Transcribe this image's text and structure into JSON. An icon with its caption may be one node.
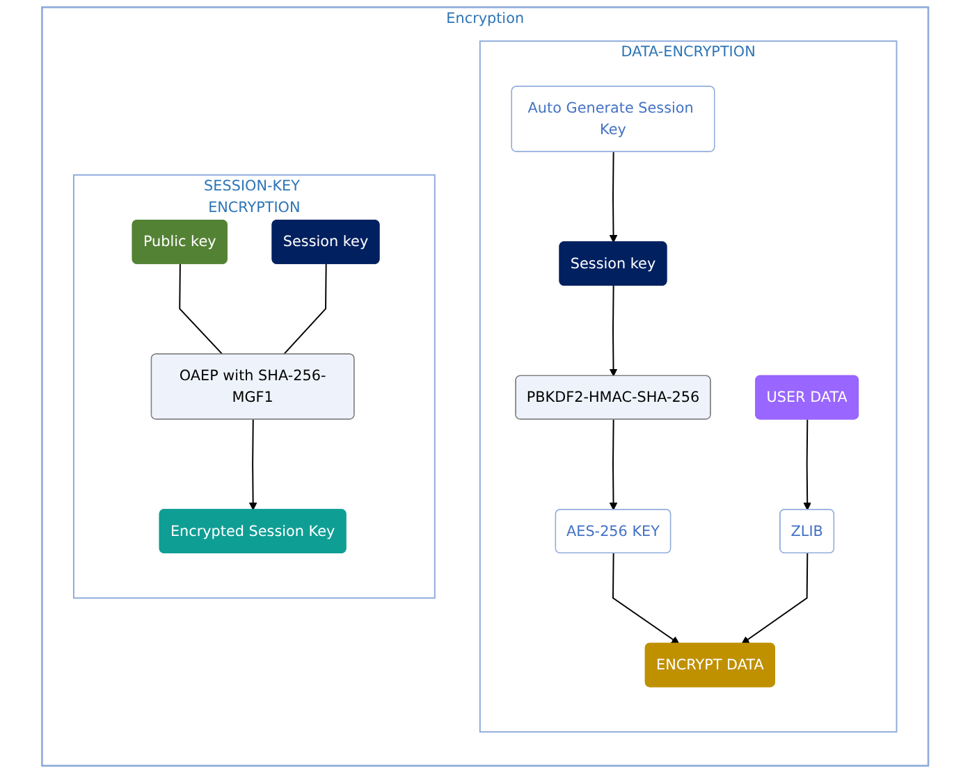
{
  "diagram": {
    "nodes": [
      {
        "text": [
          "Encryption"
        ]
      },
      {
        "text": [
          "DATA-ENCRYPTION"
        ],
        "in": 0
      },
      {
        "text": [
          "Auto Generate Session Key"
        ],
        "in": 1
      },
      {
        "text": [
          "Session key"
        ],
        "in": 1
      },
      {
        "text": [
          "PBKDF2-HMAC-SHA-256"
        ],
        "in": 1
      },
      {
        "text": [
          "AES-256 KEY"
        ],
        "in": 1
      },
      {
        "text": [
          "USER DATA"
        ],
        "in": 1
      },
      {
        "text": [
          "ZLIB"
        ],
        "in": 1
      },
      {
        "text": [
          "ENCRYPT DATA"
        ],
        "in": 1
      },
      {
        "text": [
          "SESSION-KEY ENCRYPTION"
        ],
        "in": 0
      },
      {
        "text": [
          "Public key"
        ],
        "in": 9
      },
      {
        "text": [
          "Session key"
        ],
        "in": 9
      },
      {
        "text": [
          "OAEP with SHA-256-MGF1"
        ],
        "in": 9
      },
      {
        "text": [
          "Encrypted Session Key"
        ],
        "in": 9
      }
    ],
    "edges": [
      {
        "from": 2,
        "to": 3,
        "arrow": "to"
      },
      {
        "from": 3,
        "to": 4,
        "arrow": "to"
      },
      {
        "from": 4,
        "to": 5,
        "arrow": "to"
      },
      {
        "from": 6,
        "to": 7,
        "arrow": "to"
      },
      {
        "from": 5,
        "to": 8,
        "arrow": "to"
      },
      {
        "from": 7,
        "to": 8,
        "arrow": "to"
      },
      {
        "from": 10,
        "to": 12,
        "arrow": "none"
      },
      {
        "from": 11,
        "to": 12,
        "arrow": "none"
      },
      {
        "from": 12,
        "to": 13,
        "arrow": "to"
      }
    ]
  }
}
